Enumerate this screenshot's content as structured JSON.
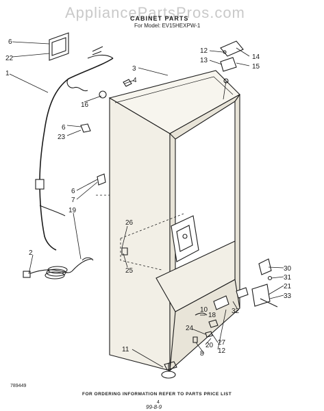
{
  "watermark": "AppliancePartsPros.com",
  "header": {
    "title": "CABINET PARTS",
    "subtitle": "For Model: EV15HEXPW-1"
  },
  "part_labels": [
    "1",
    "2",
    "3",
    "4",
    "6",
    "6",
    "6",
    "7",
    "8",
    "10",
    "11",
    "12",
    "12",
    "13",
    "14",
    "15",
    "16",
    "18",
    "19",
    "20",
    "21",
    "22",
    "23",
    "24",
    "25",
    "26",
    "27",
    "30",
    "31",
    "32",
    "33"
  ],
  "footer": {
    "note": "FOR ORDERING INFORMATION REFER TO PARTS PRICE LIST",
    "page": "4",
    "date": "99-8-9",
    "ref_number": "789449"
  }
}
